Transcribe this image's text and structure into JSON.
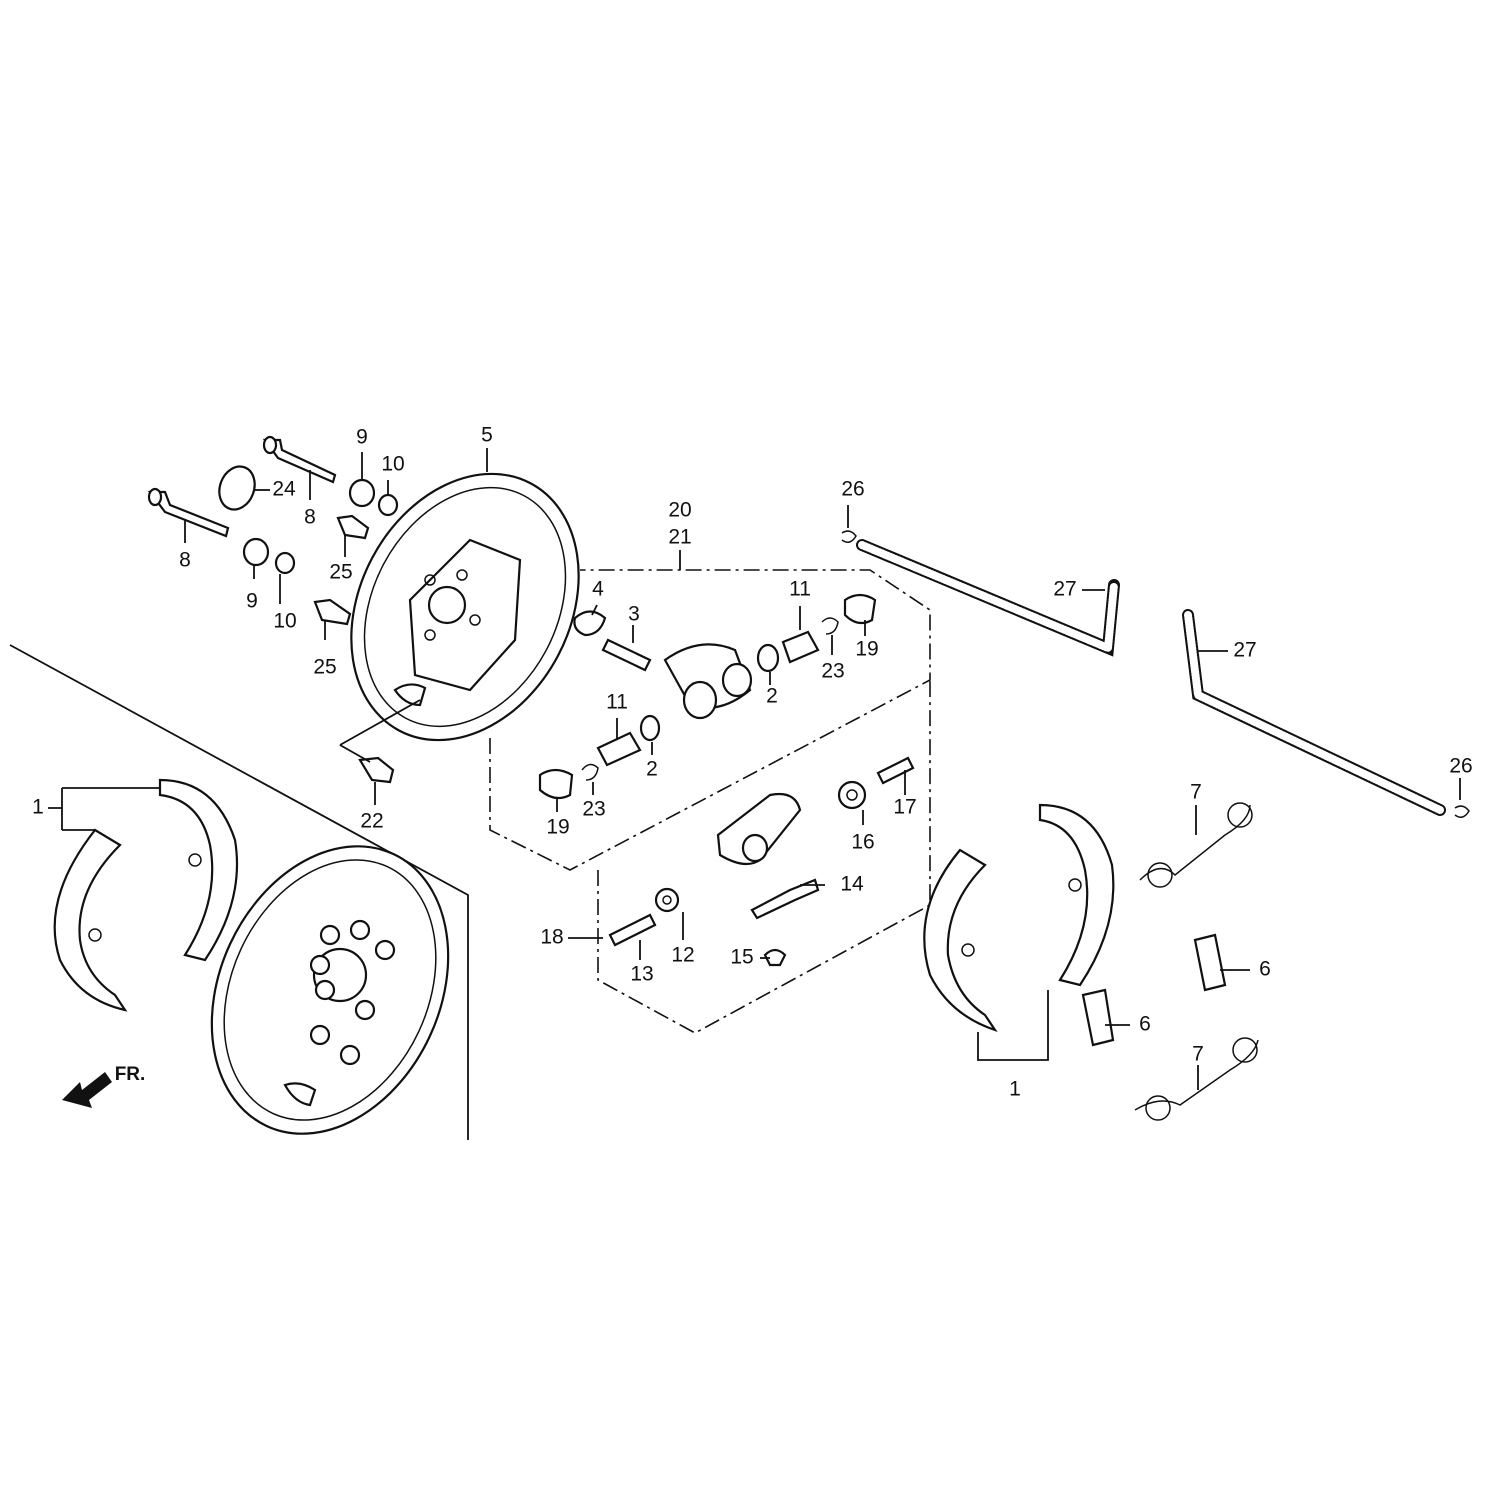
{
  "diagram": {
    "callouts": {
      "c1a": "1",
      "c1b": "1",
      "c2a": "2",
      "c2b": "2",
      "c3": "3",
      "c4": "4",
      "c5": "5",
      "c6a": "6",
      "c6b": "6",
      "c7a": "7",
      "c7b": "7",
      "c8a": "8",
      "c8b": "8",
      "c9a": "9",
      "c9b": "9",
      "c10a": "10",
      "c10b": "10",
      "c11a": "11",
      "c11b": "11",
      "c12": "12",
      "c13": "13",
      "c14": "14",
      "c15": "15",
      "c16": "16",
      "c17": "17",
      "c18": "18",
      "c19a": "19",
      "c19b": "19",
      "c20": "20",
      "c21": "21",
      "c22": "22",
      "c23a": "23",
      "c23b": "23",
      "c24": "24",
      "c25a": "25",
      "c25b": "25",
      "c26a": "26",
      "c26b": "26",
      "c27a": "27",
      "c27b": "27"
    },
    "direction_label": "FR."
  }
}
